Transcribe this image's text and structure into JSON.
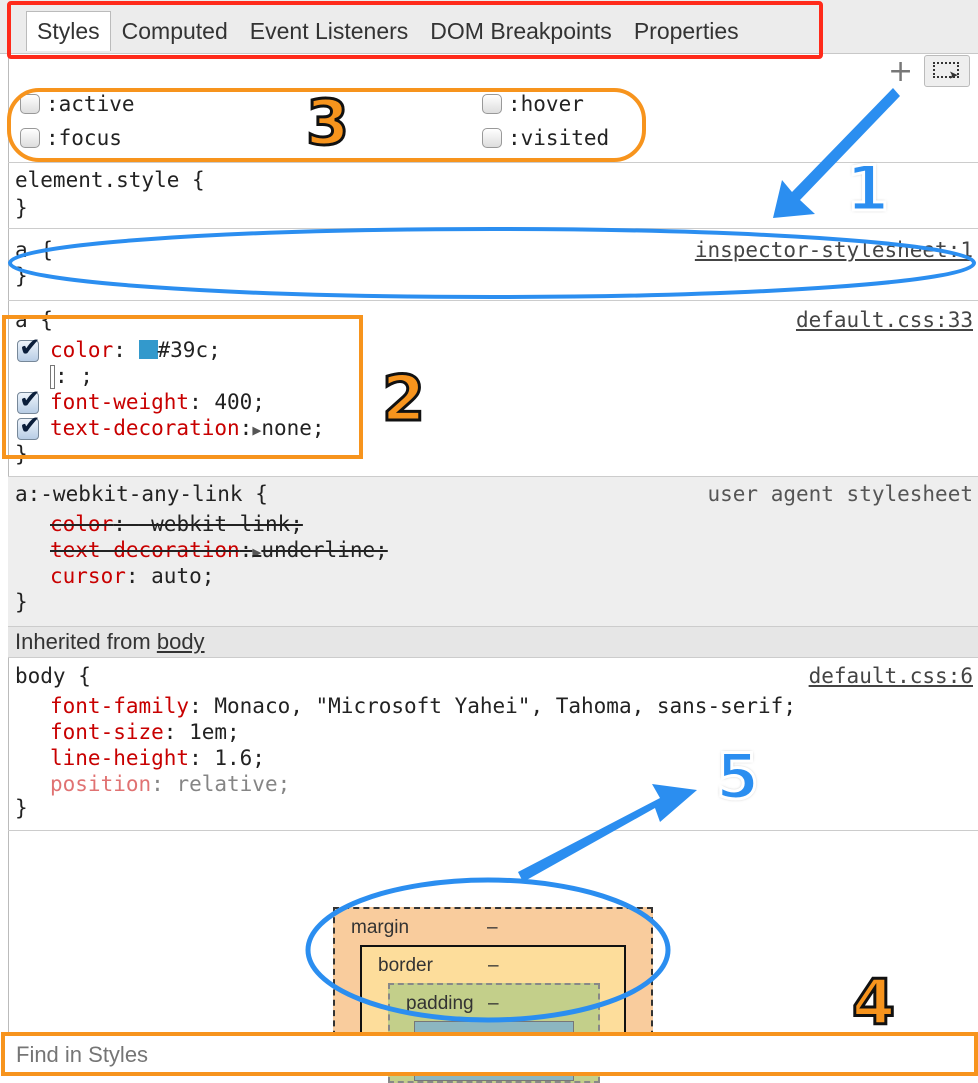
{
  "tabs": [
    "Styles",
    "Computed",
    "Event Listeners",
    "DOM Breakpoints",
    "Properties"
  ],
  "toolbar": {
    "add_icon": "plus-icon",
    "inspect_icon": "element-picker-icon"
  },
  "pseudo_states": [
    ":active",
    ":focus",
    ":hover",
    ":visited"
  ],
  "rules": {
    "element_style": {
      "selector": "element.style {",
      "close": "}"
    },
    "inspector": {
      "selector": "a {",
      "close": "}",
      "source": "inspector-stylesheet:1"
    },
    "default_a": {
      "selector": "a {",
      "close": "}",
      "source": "default.css:33",
      "props": [
        {
          "name": "color",
          "value": "#39c;",
          "swatch": "#3399cc"
        },
        {
          "name": "",
          "value": ": ;"
        },
        {
          "name": "font-weight",
          "value": "400;"
        },
        {
          "name": "text-decoration",
          "value": "none;"
        }
      ]
    },
    "ua": {
      "selector": "a:-webkit-any-link {",
      "close": "}",
      "source": "user agent stylesheet",
      "props": [
        {
          "name": "color",
          "value": "-webkit-link;"
        },
        {
          "name": "text-decoration",
          "value": "underline;"
        },
        {
          "name": "cursor",
          "value": "auto;"
        }
      ]
    },
    "inherited_label": "Inherited from ",
    "inherited_link": "body",
    "body": {
      "selector": "body {",
      "close": "}",
      "source": "default.css:6",
      "props": [
        {
          "name": "font-family",
          "value": "Monaco, \"Microsoft Yahei\", Tahoma, sans-serif;"
        },
        {
          "name": "font-size",
          "value": "1em;"
        },
        {
          "name": "line-height",
          "value": "1.6;"
        },
        {
          "name": "position",
          "value": "relative;"
        }
      ]
    }
  },
  "box_model": {
    "margin": "margin",
    "margin_val": "–",
    "border": "border",
    "border_val": "–",
    "padding": "padding",
    "padding_val": "–"
  },
  "find_placeholder": "Find in Styles",
  "annotations": [
    "1",
    "2",
    "3",
    "4",
    "5"
  ],
  "colors": {
    "red": "#ff2a1a",
    "orange": "#f7941d",
    "blue": "#2b8ef0"
  }
}
